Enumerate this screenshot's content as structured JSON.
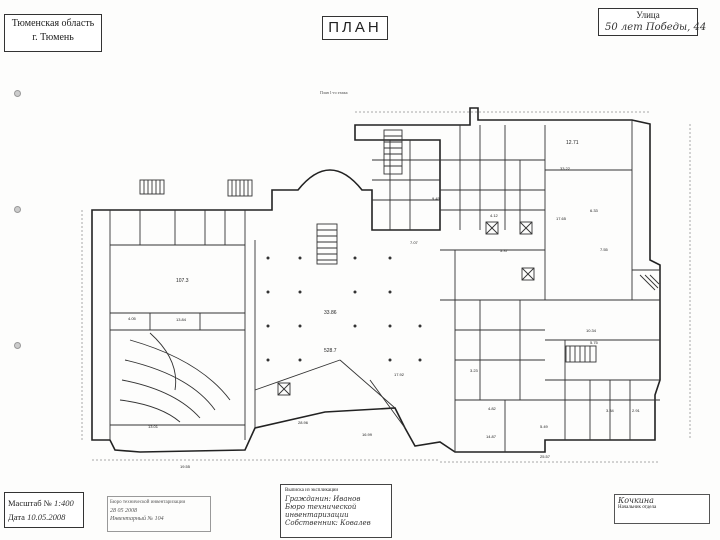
{
  "header": {
    "region_line1": "Тюменская область",
    "region_line2": "г. Тюмень",
    "title": "ПЛАН",
    "street_label": "Улица",
    "street_value": "50 лет Победы, 44"
  },
  "plan_caption": "План 1-го этажа",
  "footer": {
    "scale_label": "Масштаб №",
    "scale_value": "1:400",
    "date_label": "Дата",
    "date_value": "10.05.2008",
    "left_stamp_title": "Бюро технической инвентаризации",
    "left_stamp_line1": "28   05   2008",
    "left_stamp_line2": "Инвентарный № 104",
    "center_stamp_title": "Выписка из экспликации",
    "center_stamp_line1": "Гражданин: Иванов",
    "center_stamp_line2": "Бюро технической инвентаризации",
    "center_stamp_line3": "Собственник: Ковалев",
    "right_stamp_title": "Начальник отдела",
    "right_stamp_sig": "Кочкина"
  },
  "rooms": [
    {
      "label": "107.3"
    },
    {
      "label": "13.84"
    },
    {
      "label": "33.86"
    },
    {
      "label": "528.7"
    },
    {
      "label": "17.92"
    },
    {
      "label": "12.71"
    },
    {
      "label": "17.65"
    },
    {
      "label": "7.55"
    },
    {
      "label": "9.45"
    },
    {
      "label": "4.12"
    },
    {
      "label": "5.37"
    },
    {
      "label": "10.34"
    },
    {
      "label": "13.01"
    },
    {
      "label": "14.87"
    },
    {
      "label": "25.57"
    },
    {
      "label": "7.07"
    },
    {
      "label": "6.33"
    },
    {
      "label": "5.75"
    },
    {
      "label": "3.23"
    },
    {
      "label": "4.82"
    },
    {
      "label": "5.49"
    },
    {
      "label": "3.34"
    },
    {
      "label": "2.91"
    },
    {
      "label": "28.96"
    },
    {
      "label": "16.99"
    },
    {
      "label": "19.55"
    },
    {
      "label": "33.22"
    },
    {
      "label": "4.05"
    }
  ]
}
